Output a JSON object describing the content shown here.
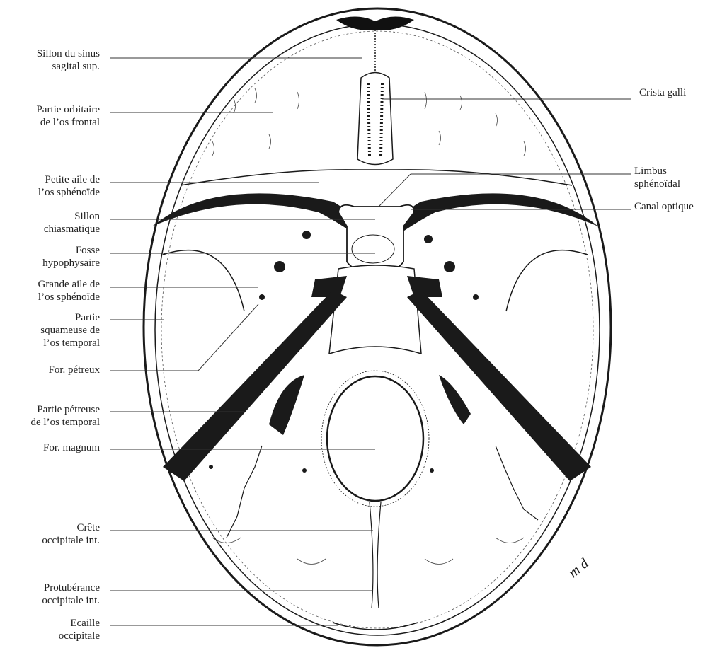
{
  "labels": {
    "sillon_sinus": [
      "Sillon du sinus",
      "sagital sup."
    ],
    "partie_orbitaire": [
      "Partie orbitaire",
      "de l’os frontal"
    ],
    "petite_aile": [
      "Petite aile de",
      "l’os sphénoïde"
    ],
    "sillon_chiasmatique": [
      "Sillon",
      "chiasmatique"
    ],
    "fosse_hypophysaire": [
      "Fosse",
      "hypophysaire"
    ],
    "grande_aile": [
      "Grande aile de",
      "l’os sphénoïde"
    ],
    "partie_squameuse": [
      "Partie",
      "squameuse de",
      "l’os temporal"
    ],
    "for_petreux": [
      "For. pétreux"
    ],
    "partie_petreuse": [
      "Partie pétreuse",
      "de l’os temporal"
    ],
    "for_magnum": [
      "For. magnum"
    ],
    "crete_occipitale": [
      "Crête",
      "occipitale int."
    ],
    "protuberance": [
      "Protubérance",
      "occipitale int."
    ],
    "ecaille": [
      "Ecaille",
      "occipitale"
    ],
    "crista_galli": [
      "Crista galli"
    ],
    "limbus": [
      "Limbus",
      "sphénoïdal"
    ],
    "canal_optique": [
      "Canal optique"
    ]
  },
  "signature": "m d",
  "colors": {
    "ink": "#1a1a1a",
    "label": "#222222",
    "leader": "#333333"
  }
}
